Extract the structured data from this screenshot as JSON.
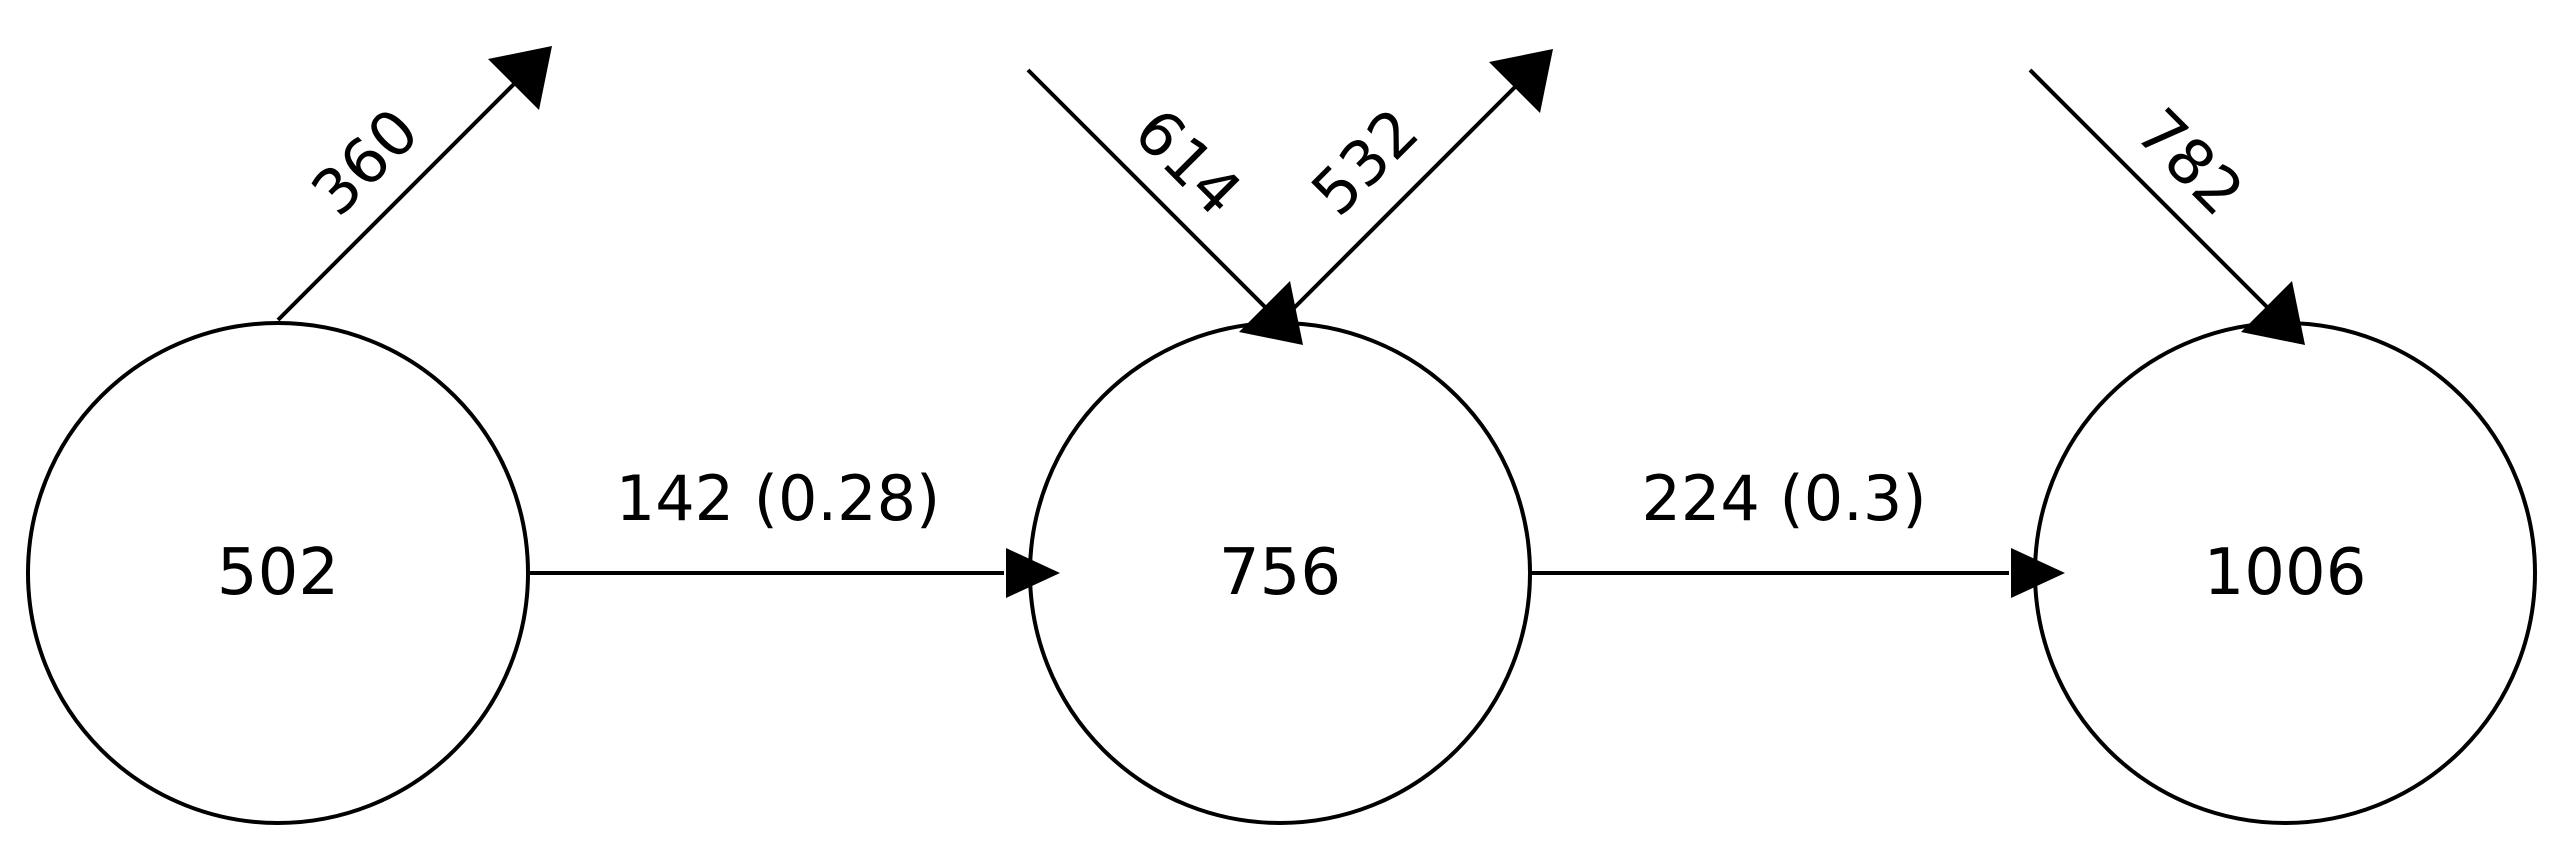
{
  "diagram": {
    "nodes": [
      {
        "id": "n502",
        "label": "502"
      },
      {
        "id": "n756",
        "label": "756"
      },
      {
        "id": "n1006",
        "label": "1006"
      }
    ],
    "edges": [
      {
        "from": "n502",
        "to": "n756",
        "label": "142 (0.28)"
      },
      {
        "from": "n756",
        "to": "n1006",
        "label": "224 (0.3)"
      }
    ],
    "outflows": [
      {
        "from": "n502",
        "label": "360"
      },
      {
        "from": "n756",
        "label": "532"
      }
    ],
    "inflows": [
      {
        "to": "n756",
        "label": "614"
      },
      {
        "to": "n1006",
        "label": "782"
      }
    ]
  },
  "colors": {
    "stroke": "#000000",
    "background": "#ffffff"
  }
}
